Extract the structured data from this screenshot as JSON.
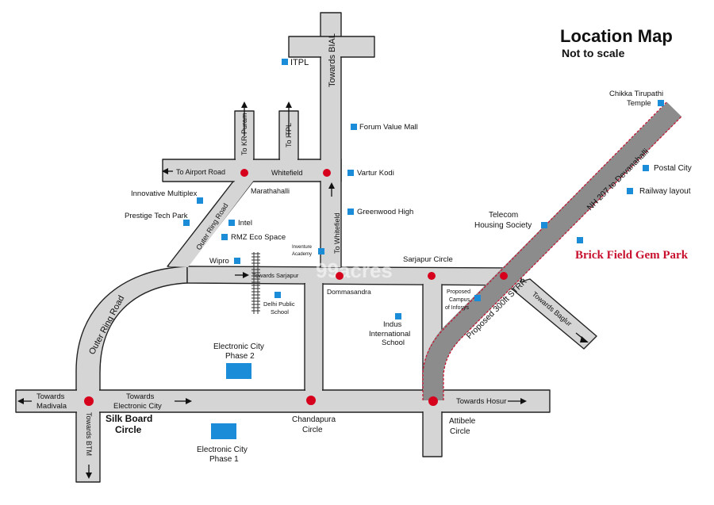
{
  "title": "Location Map",
  "subtitle": "Not to scale",
  "highlight_project": "Brick Field Gem Park",
  "watermark": "99acres",
  "colors": {
    "road_fill": "#d5d5d5",
    "highway_fill": "#8c8c8c",
    "junction": "#d6001c",
    "poi_marker": "#1a8cd8",
    "highlight_text": "#c8102e"
  },
  "road_labels": {
    "towards_bial": "Towards BIAL",
    "to_kr_puram": "To KR Puram",
    "to_itpl": "To ITPL",
    "to_airport_road": "To Airport Road",
    "whitefield": "Whitefield",
    "marathahalli": "Marathahalli",
    "outer_ring_road_upper": "Outer Ring Road",
    "outer_ring_road_lower": "Outer Ring Road",
    "to_whitefield": "To Whitefield",
    "towards_sarjapur": "Towards Sarjapur",
    "sarjapur_circle": "Sarjapur Circle",
    "dommasandra": "Dommasandra",
    "towards_baglur": "Towards Baglur",
    "nh207": "NH 207 to Devanahalli",
    "proposed_str": "Proposed 300ft STRR",
    "towards_madivala": [
      "Towards",
      "Madivala"
    ],
    "towards_electronic_city": [
      "Towards",
      "Electronic City"
    ],
    "towards_hosur": "Towards Hosur",
    "towards_btm": "Towards BTM",
    "silk_board_circle": [
      "Silk Board",
      "Circle"
    ],
    "chandapura_circle": [
      "Chandapura",
      "Circle"
    ],
    "attibele_circle": [
      "Attibele",
      "Circle"
    ]
  },
  "places": {
    "itpl": "ITPL",
    "forum_value_mall": "Forum Value Mall",
    "vartur_kodi": "Vartur Kodi",
    "greenwood_high": "Greenwood High",
    "innovative_multiplex": "Innovative Multiplex",
    "prestige_tech_park": "Prestige Tech Park",
    "intel": "Intel",
    "rmz_eco_space": "RMZ Eco Space",
    "wipro": "Wipro",
    "inventure_academy": [
      "Inventure",
      "Academy"
    ],
    "delhi_public_school": [
      "Delhi Public",
      "School"
    ],
    "indus_international_school": [
      "Indus",
      "International",
      "School"
    ],
    "proposed_campus_infosys": [
      "Proposed",
      "Campus",
      "of Infosys"
    ],
    "electronic_city_phase2": [
      "Electronic City",
      "Phase 2"
    ],
    "electronic_city_phase1": [
      "Electronic City",
      "Phase 1"
    ],
    "telecom_housing_society": [
      "Telecom",
      "Housing Society"
    ],
    "chikka_tirupathi_temple": [
      "Chikka Tirupathi",
      "Temple"
    ],
    "postal_city": "Postal City",
    "railway_layout": "Railway layout"
  }
}
